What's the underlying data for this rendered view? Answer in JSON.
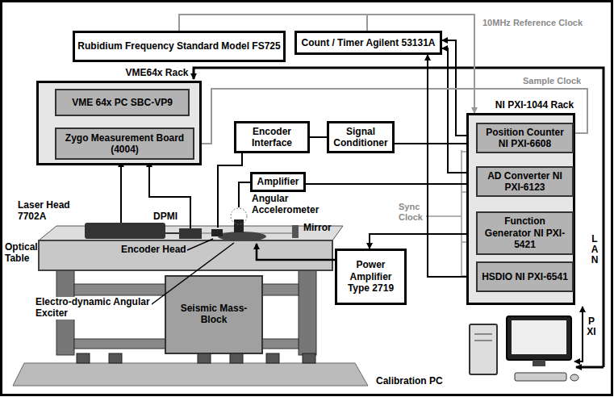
{
  "diagram": {
    "nodes": [
      {
        "text": [
          "Rubidium Frequency Standard Model FS725"
        ]
      },
      {
        "text": [
          "Count / Timer Agilent 53131A"
        ]
      },
      {
        "text": [
          "VME64x Rack"
        ]
      },
      {
        "text": [
          "VME 64x PC SBC-VP9"
        ],
        "in": 2
      },
      {
        "text": [
          "Zygo Measurement Board (4004)"
        ],
        "in": 2
      },
      {
        "text": [
          "NI PXI-1044 Rack"
        ]
      },
      {
        "text": [
          "Position Counter NI PXI-6608"
        ],
        "in": 5
      },
      {
        "text": [
          "AD Converter NI PXI-6123"
        ],
        "in": 5
      },
      {
        "text": [
          "Function Generator NI PXI-5421"
        ],
        "in": 5
      },
      {
        "text": [
          "HSDIO NI PXI-6541"
        ],
        "in": 5
      },
      {
        "text": [
          "Encoder Interface"
        ]
      },
      {
        "text": [
          "Signal Conditioner"
        ]
      },
      {
        "text": [
          "Amplifier"
        ]
      },
      {
        "text": [
          "Power Amplifier Type 2719"
        ]
      }
    ],
    "edges": [
      {
        "from": 0,
        "to": 1,
        "arrow": "none"
      },
      {
        "from": 0,
        "to": 5,
        "arrow": "to"
      },
      {
        "from": 6,
        "to": 1,
        "arrow": "to"
      },
      {
        "from": 7,
        "to": 1,
        "arrow": "to"
      },
      {
        "from": 6,
        "to": 4,
        "arrow": "to"
      },
      {
        "from": 10,
        "to": 11,
        "arrow": "none"
      },
      {
        "from": 11,
        "to": 6,
        "arrow": "to"
      },
      {
        "from": 12,
        "to": 7,
        "arrow": "to"
      },
      {
        "from": 8,
        "to": 13,
        "arrow": "to"
      },
      {
        "from": 9,
        "to": 1,
        "arrow": "to"
      }
    ],
    "labels": [
      "10MHz Reference Clock",
      "Sample Clock",
      "Sync Clock",
      "LAN",
      "PXI",
      "Laser Head 7702A",
      "DPMI",
      "Angular Accelerometer",
      "Mirror",
      "Optical Table",
      "Encoder Head",
      "Electro-dynamic Angular Exciter",
      "Seismic Mass-Block",
      "Calibration PC"
    ]
  }
}
